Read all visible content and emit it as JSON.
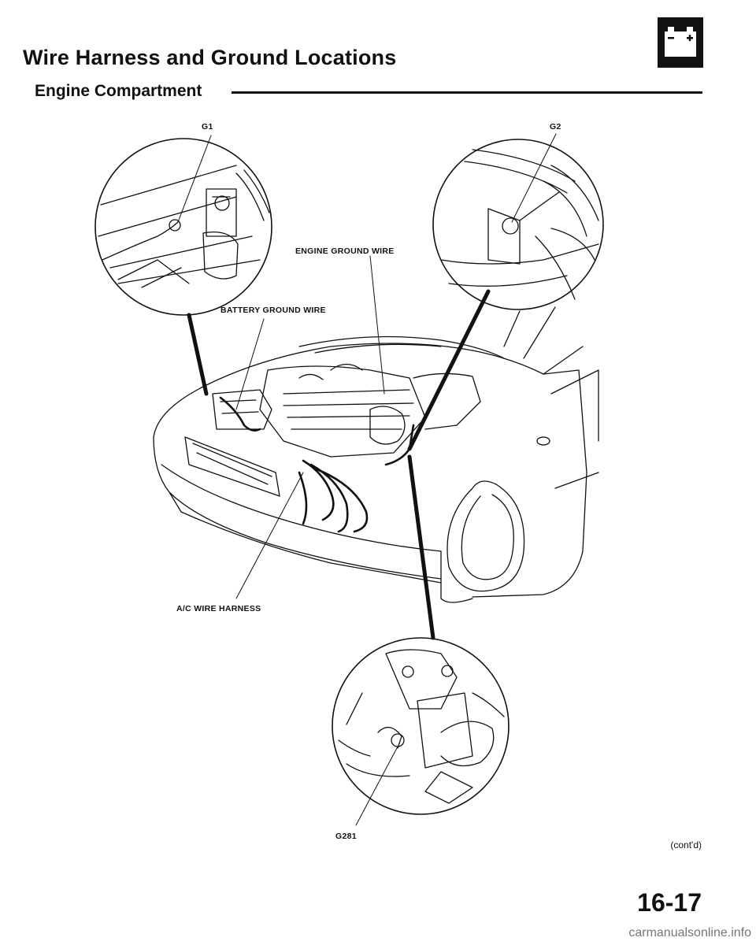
{
  "header": {
    "title": "Wire Harness and Ground Locations",
    "subtitle": "Engine Compartment",
    "battery_icon": "battery-icon"
  },
  "callouts": {
    "g1": "G1",
    "g2": "G2",
    "engine_ground_wire": "ENGINE GROUND WIRE",
    "battery_ground_wire": "BATTERY GROUND WIRE",
    "ac_wire_harness": "A/C WIRE HARNESS",
    "g281": "G281"
  },
  "footer": {
    "continued": "(cont'd)",
    "page_number": "16-17",
    "watermark": "carmanualsonline.info"
  }
}
